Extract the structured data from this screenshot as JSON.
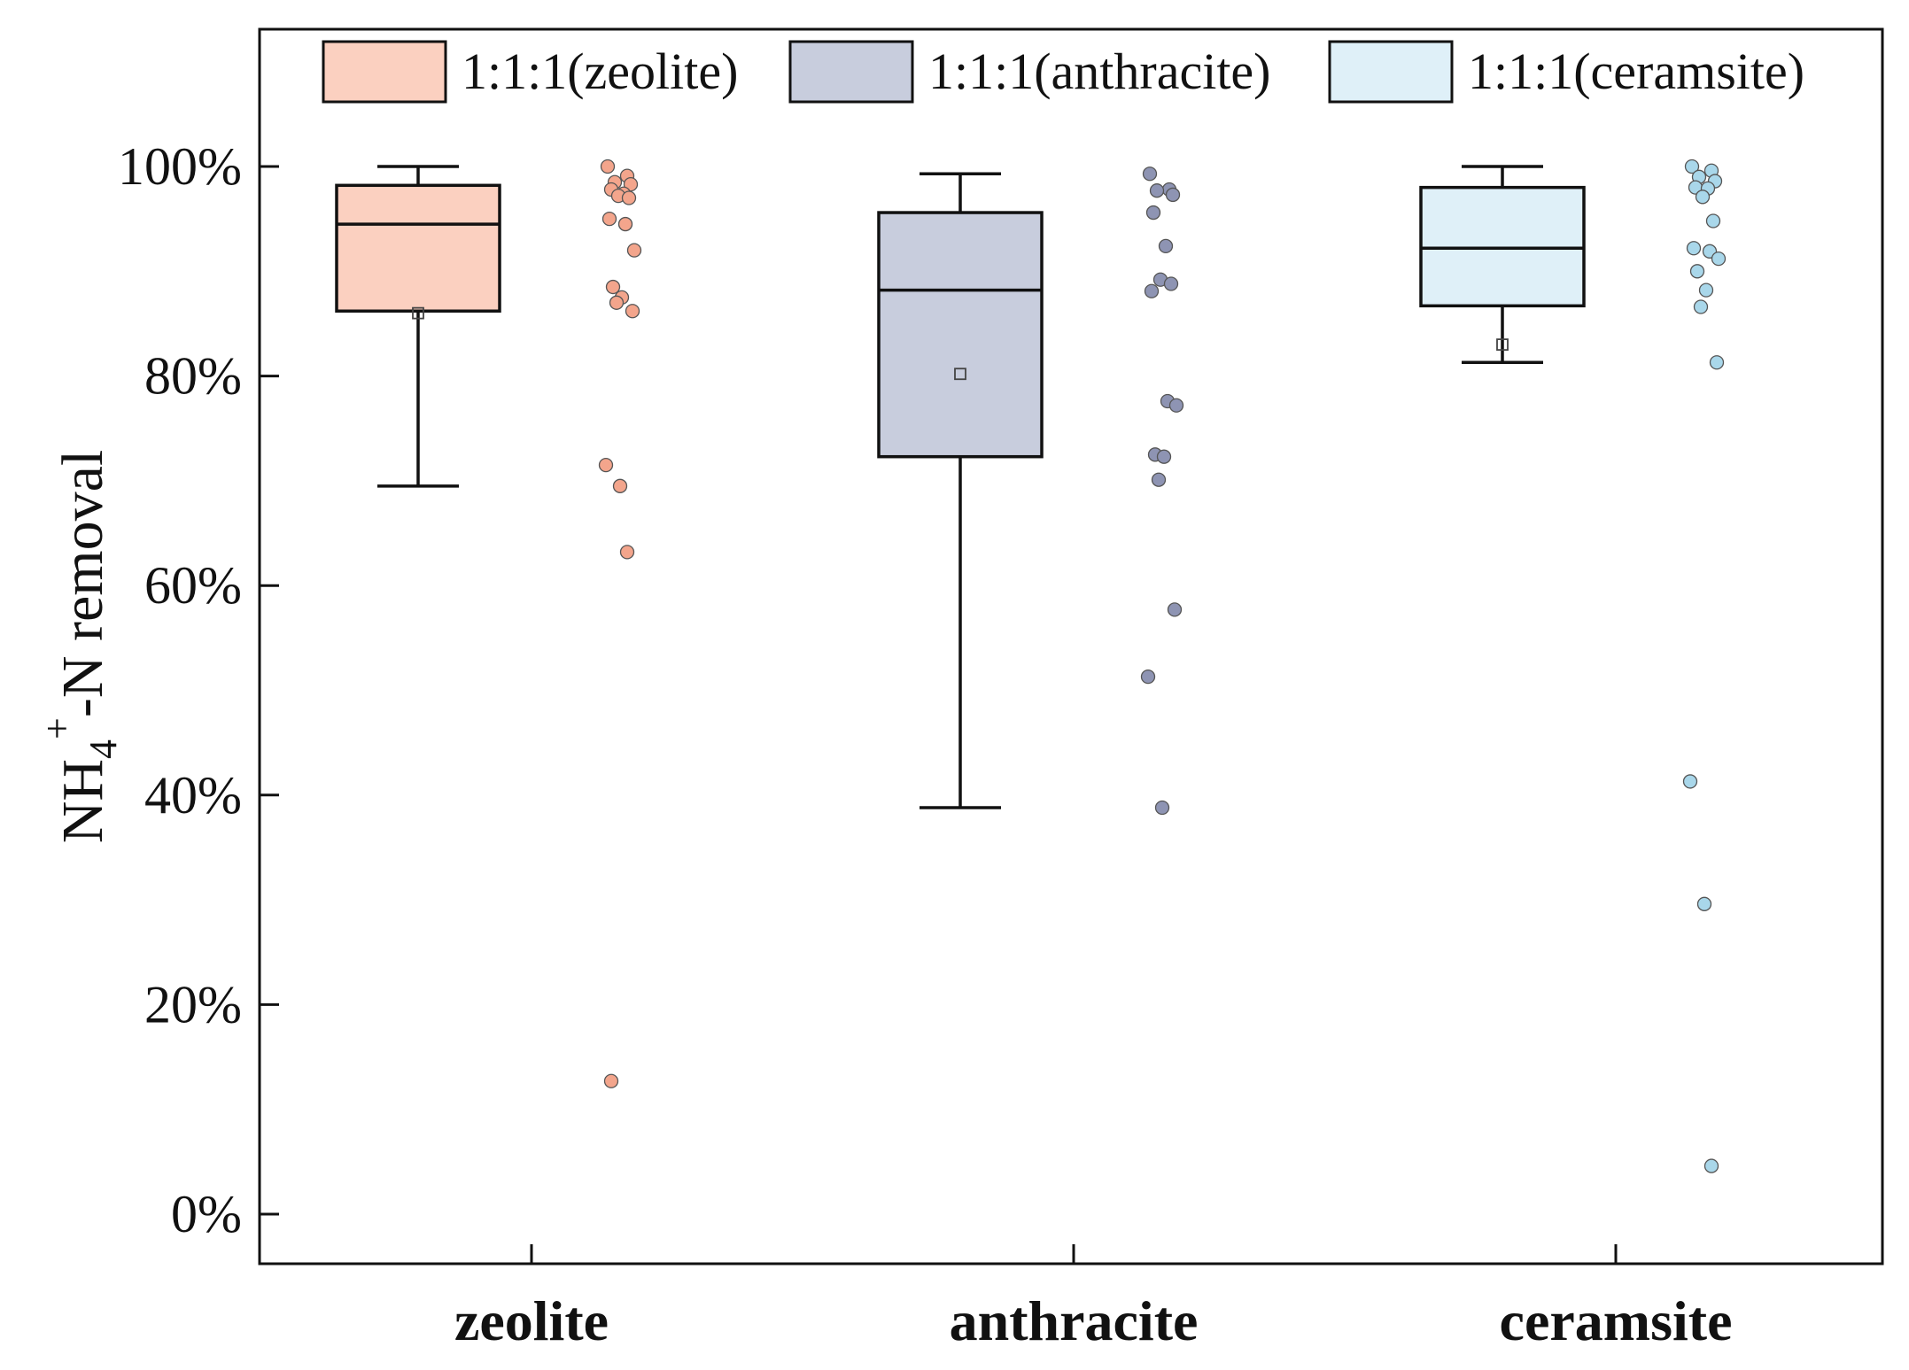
{
  "chart_data": {
    "type": "box",
    "categories": [
      "zeolite",
      "anthracite",
      "ceramsite"
    ],
    "ylabel": {
      "prefix": "NH",
      "subscript": "4",
      "superscript": "+",
      "suffix": "-N removal"
    },
    "ylim": [
      -5,
      109
    ],
    "yticks": [
      0,
      20,
      40,
      60,
      80,
      100
    ],
    "ytick_labels": [
      "0%",
      "20%",
      "40%",
      "60%",
      "80%",
      "100%"
    ],
    "legend": {
      "placement": "top",
      "entries": [
        "1:1:1(zeolite)",
        "1:1:1(anthracite)",
        "1:1:1(ceramsite)"
      ]
    },
    "grid": false,
    "series": [
      {
        "name": "1:1:1(zeolite)",
        "color": "#fbd0c0",
        "point_color": "#f3a58c",
        "box": {
          "min": 69.5,
          "q1": 86.2,
          "median": 94.5,
          "q3": 98.2,
          "max": 100,
          "mean": 86
        },
        "points": [
          100,
          99.1,
          98.5,
          98.3,
          97.8,
          97.4,
          97.2,
          97.0,
          95.0,
          94.5,
          92.0,
          88.5,
          87.5,
          87.0,
          86.2,
          71.5,
          69.5,
          63.2,
          12.7
        ]
      },
      {
        "name": "1:1:1(anthracite)",
        "color": "#c8cddd",
        "point_color": "#8e94b3",
        "box": {
          "min": 38.8,
          "q1": 72.3,
          "median": 88.2,
          "q3": 95.6,
          "max": 99.3,
          "mean": 80.2
        },
        "points": [
          99.3,
          97.8,
          97.7,
          97.3,
          95.6,
          92.4,
          89.2,
          88.8,
          88.1,
          77.6,
          77.2,
          72.5,
          72.3,
          70.1,
          57.7,
          51.3,
          38.8
        ]
      },
      {
        "name": "1:1:1(ceramsite)",
        "color": "#dff0f8",
        "point_color": "#a9d7ea",
        "box": {
          "min": 81.3,
          "q1": 86.7,
          "median": 92.2,
          "q3": 98.0,
          "max": 100,
          "mean": 83
        },
        "points": [
          100,
          99.6,
          99.0,
          98.6,
          98.0,
          97.9,
          97.1,
          94.8,
          92.2,
          91.9,
          91.2,
          90.0,
          88.2,
          86.6,
          81.3,
          41.3,
          29.6,
          4.6
        ]
      }
    ]
  }
}
